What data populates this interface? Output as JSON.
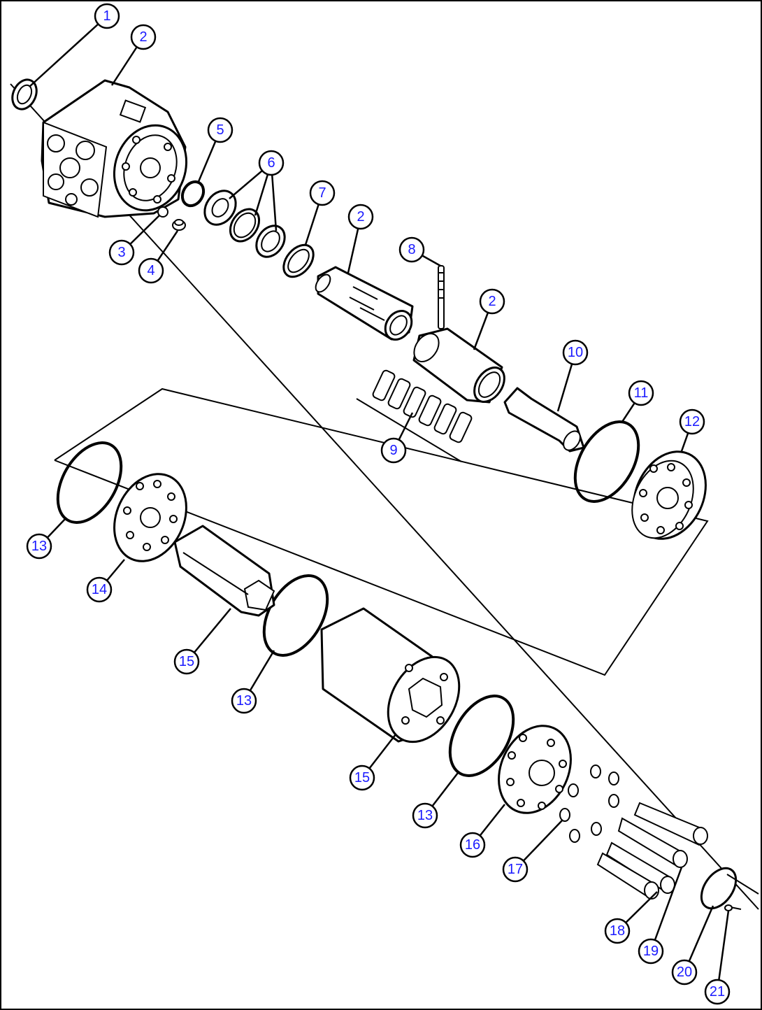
{
  "callout_color": "#1a1aff",
  "callouts": [
    {
      "label": "1"
    },
    {
      "label": "2"
    },
    {
      "label": "2"
    },
    {
      "label": "2"
    },
    {
      "label": "3"
    },
    {
      "label": "4"
    },
    {
      "label": "5"
    },
    {
      "label": "6"
    },
    {
      "label": "7"
    },
    {
      "label": "8"
    },
    {
      "label": "9"
    },
    {
      "label": "10"
    },
    {
      "label": "11"
    },
    {
      "label": "12"
    },
    {
      "label": "13"
    },
    {
      "label": "13"
    },
    {
      "label": "13"
    },
    {
      "label": "14"
    },
    {
      "label": "15"
    },
    {
      "label": "15"
    },
    {
      "label": "16"
    },
    {
      "label": "17"
    },
    {
      "label": "18"
    },
    {
      "label": "19"
    },
    {
      "label": "20"
    },
    {
      "label": "21"
    }
  ]
}
